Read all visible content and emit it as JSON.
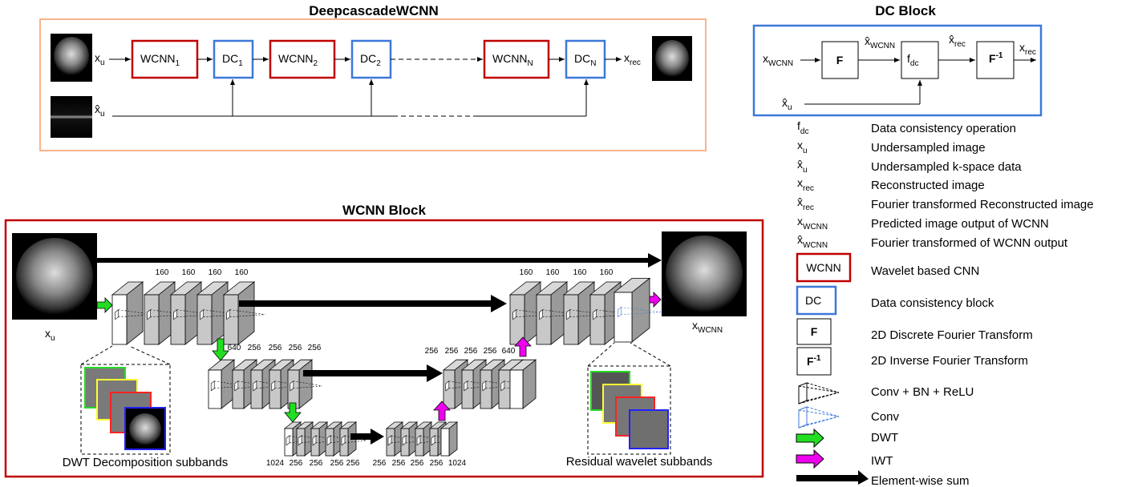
{
  "deepcascade": {
    "title": "DeepcascadeWCNN",
    "x_u": "x",
    "x_u_sub": "u",
    "khat_u": "x̂",
    "khat_u_sub": "u",
    "blocks": [
      {
        "main": "WCNN",
        "sub": "1"
      },
      {
        "main": "DC",
        "sub": "1"
      },
      {
        "main": "WCNN",
        "sub": "2"
      },
      {
        "main": "DC",
        "sub": "2"
      },
      {
        "main": "WCNN",
        "sub": "N"
      },
      {
        "main": "DC",
        "sub": "N"
      }
    ],
    "x_rec": "x",
    "x_rec_sub": "rec"
  },
  "dc_block": {
    "title": "DC Block",
    "in_label": "x",
    "in_sub": "WCNN",
    "f_label": "F",
    "khat_label": "x̂",
    "khat_sub": "WCNN",
    "fdc_label": "f",
    "fdc_sub": "dc",
    "xhat_rec": "x̂",
    "xhat_rec_sub": "rec",
    "finv_label": "F",
    "finv_sup": "-1",
    "out_label": "x",
    "out_sub": "rec",
    "xhat_u": "x̂",
    "xhat_u_sub": "u"
  },
  "legend": {
    "items": [
      {
        "sym": "f",
        "sub": "dc",
        "text": "Data consistency operation"
      },
      {
        "sym": "x",
        "sub": "u",
        "text": "Undersampled image"
      },
      {
        "sym": "x̂",
        "sub": "u",
        "text": "Undersampled k-space data"
      },
      {
        "sym": "x",
        "sub": "rec",
        "text": "Reconstructed image"
      },
      {
        "sym": "x̂",
        "sub": "rec",
        "text": "Fourier transformed Reconstructed image"
      },
      {
        "sym": "x",
        "sub": "WCNN",
        "text": "Predicted image output of WCNN"
      },
      {
        "sym": "x̂",
        "sub": "WCNN",
        "text": "Fourier transformed of WCNN output"
      }
    ],
    "wcnn_box": "WCNN",
    "wcnn_text": "Wavelet based CNN",
    "dc_box": "DC",
    "dc_text": "Data consistency block",
    "f_box": "F",
    "f_text": "2D Discrete Fourier Transform",
    "finv_box": "F",
    "finv_sup": "-1",
    "finv_text": "2D Inverse Fourier Transform",
    "conv_bn_text": "Conv + BN + ReLU",
    "conv_text": "Conv",
    "dwt_text": "DWT",
    "iwt_text": "IWT",
    "sum_text": "Element-wise sum"
  },
  "wcnn_block": {
    "title": "WCNN Block",
    "x_u": "x",
    "x_u_sub": "u",
    "x_out": "x",
    "x_out_sub": "WCNN",
    "level1_left": [
      "160",
      "160",
      "160",
      "160"
    ],
    "level1_right": [
      "160",
      "160",
      "160",
      "160"
    ],
    "level2_left": [
      "640",
      "256",
      "256",
      "256",
      "256"
    ],
    "level2_right": [
      "256",
      "256",
      "256",
      "256",
      "640"
    ],
    "level3_left": [
      "1024",
      "256",
      "256",
      "256",
      "256"
    ],
    "level3_right": [
      "256",
      "256",
      "256",
      "256",
      "1024"
    ],
    "dwt_caption": "DWT Decomposition subbands",
    "res_caption": "Residual wavelet subbands"
  },
  "colors": {
    "orange": "#f8b48a",
    "red": "#c00000",
    "blue": "#3d78d8",
    "green": "#22dd22",
    "magenta": "#ee00ee",
    "yellow": "#ffff33"
  }
}
